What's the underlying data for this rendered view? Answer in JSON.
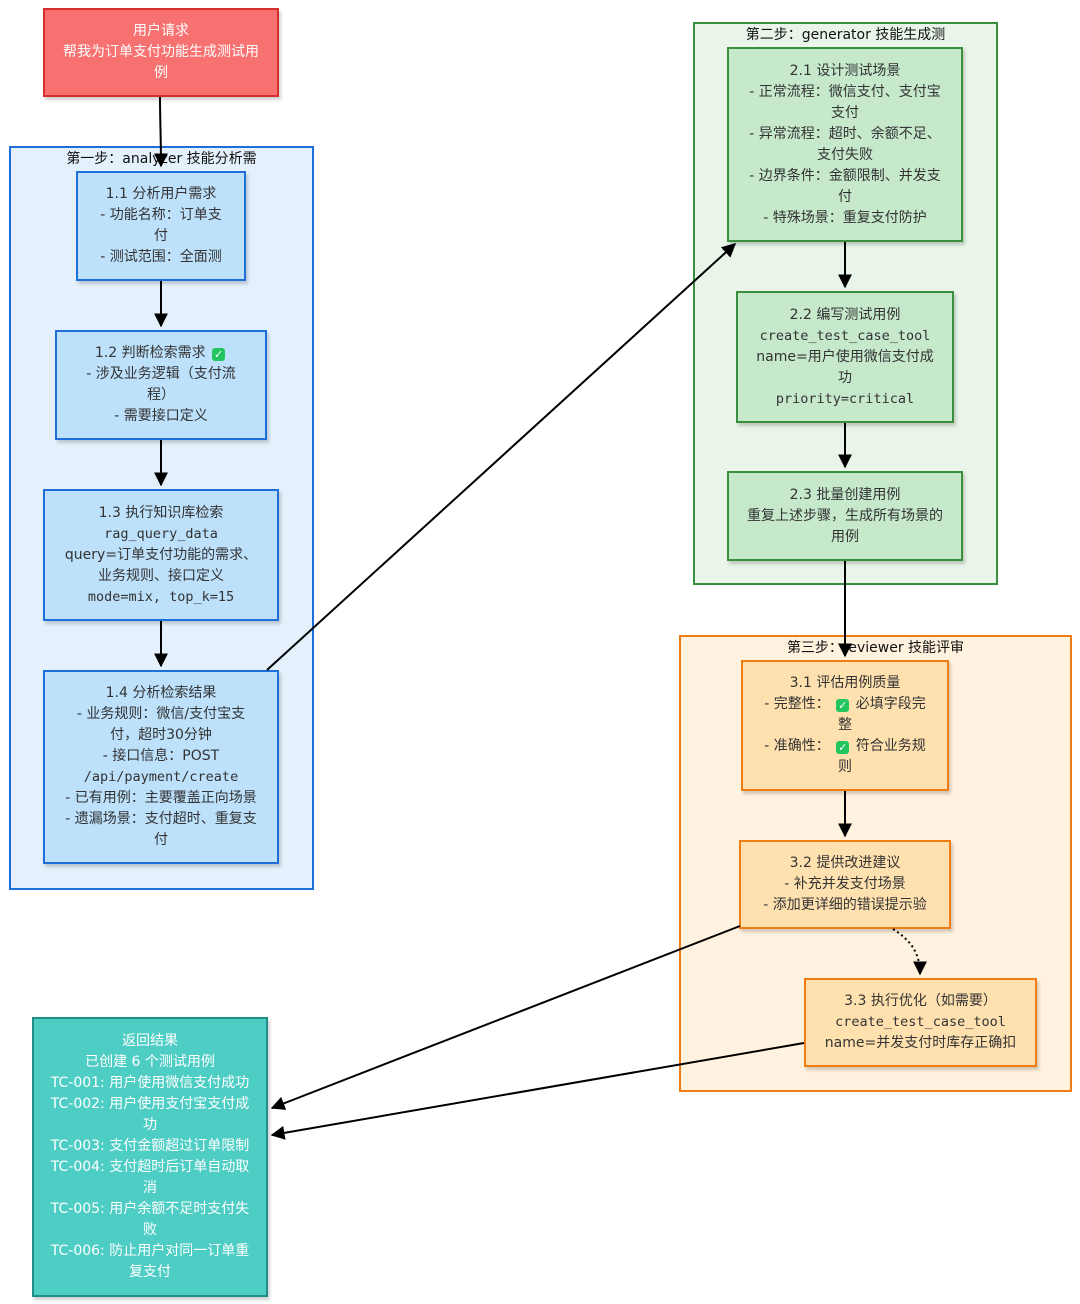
{
  "colors": {
    "request_fill": "#f87171",
    "request_border": "#d62d2d",
    "blue_fill": "#bde0fb",
    "blue_border": "#1e6fd9",
    "blue_group": "#e4f1fc",
    "green_fill": "#c6e8cb",
    "green_border": "#3a8f3f",
    "green_group": "#e8f5e8",
    "orange_fill": "#ffe1b0",
    "orange_border": "#ef7d14",
    "orange_group": "#fff2de",
    "result_fill": "#4ecdc4",
    "result_border": "#1f8f88"
  },
  "groups": {
    "analyzer": {
      "title": "第一步：analyzer 技能分析需"
    },
    "generator": {
      "title": "第二步：generator 技能生成测"
    },
    "reviewer": {
      "title": "第三步：reviewer 技能评审"
    }
  },
  "nodes": {
    "request": {
      "lines": [
        "用户请求",
        "帮我为订单支付功能生成测试用",
        "例"
      ]
    },
    "n1_1": {
      "lines": [
        "1.1 分析用户需求",
        "- 功能名称：订单支",
        "付",
        "- 测试范围：全面测"
      ]
    },
    "n1_2": {
      "lines": [
        "1.2 判断检索需求",
        "- 涉及业务逻辑（支付流",
        "程）",
        "- 需要接口定义"
      ],
      "check_icon": "check-mark-icon"
    },
    "n1_3": {
      "lines": [
        "1.3 执行知识库检索",
        "rag_query_data",
        "query=订单支付功能的需求、",
        "业务规则、接口定义",
        "mode=mix, top_k=15"
      ]
    },
    "n1_4": {
      "lines": [
        "1.4 分析检索结果",
        "- 业务规则：微信/支付宝支",
        "付，超时30分钟",
        "- 接口信息：POST",
        "/api/payment/create",
        "- 已有用例：主要覆盖正向场景",
        "- 遗漏场景：支付超时、重复支",
        "付"
      ]
    },
    "n2_1": {
      "lines": [
        "2.1 设计测试场景",
        "- 正常流程：微信支付、支付宝",
        "支付",
        "- 异常流程：超时、余额不足、",
        "支付失败",
        "- 边界条件：金额限制、并发支",
        "付",
        "- 特殊场景：重复支付防护"
      ]
    },
    "n2_2": {
      "lines": [
        "2.2 编写测试用例",
        "create_test_case_tool",
        "name=用户使用微信支付成",
        "功",
        "priority=critical"
      ]
    },
    "n2_3": {
      "lines": [
        "2.3 批量创建用例",
        "重复上述步骤，生成所有场景的",
        "用例"
      ]
    },
    "n3_1": {
      "lines": [
        "3.1 评估用例质量",
        "- 完整性：",
        "必填字段完",
        "整",
        "- 准确性：",
        "符合业务规",
        "则"
      ]
    },
    "n3_2": {
      "lines": [
        "3.2 提供改进建议",
        "- 补充并发支付场景",
        "- 添加更详细的错误提示验"
      ]
    },
    "n3_3": {
      "lines": [
        "3.3 执行优化（如需要）",
        "create_test_case_tool",
        "name=并发支付时库存正确扣"
      ]
    },
    "result": {
      "lines": [
        "返回结果",
        "已创建 6 个测试用例",
        "TC-001: 用户使用微信支付成功",
        "TC-002: 用户使用支付宝支付成",
        "功",
        "TC-003: 支付金额超过订单限制",
        "TC-004: 支付超时后订单自动取",
        "消",
        "TC-005: 用户余额不足时支付失",
        "败",
        "TC-006: 防止用户对同一订单重",
        "复支付"
      ]
    }
  }
}
